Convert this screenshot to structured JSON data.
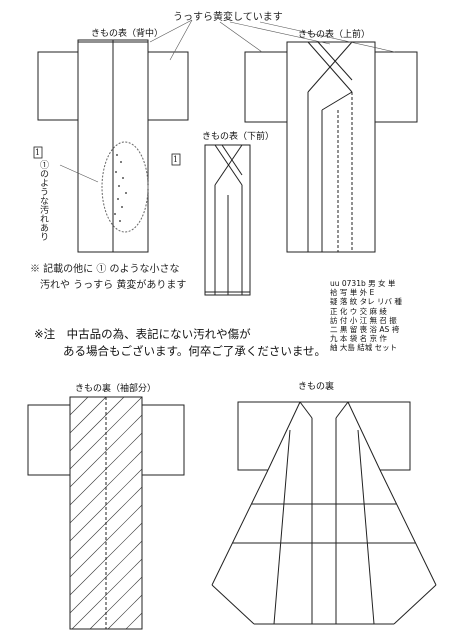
{
  "labels": {
    "front_back": "きもの表（背中）",
    "front_upper": "きもの表（上前）",
    "front_lower": "きもの表（下前）",
    "lining_sleeve": "きもの裏（袖部分）",
    "lining": "きもの裏"
  },
  "handwritten": {
    "top_note": "うっすら黄変しています",
    "marker_1": "1",
    "side_note_1": "①のような汚れあり",
    "bottom_note_line1": "※ 記載の他に ① のような小さな",
    "bottom_note_line2": "汚れや うっすら 黄変があります"
  },
  "notice": {
    "line1": "※注　中古品の為、表記にない汚れや傷が",
    "line2": "ある場合もございます。何卒ご了承くださいませ。"
  },
  "code_table": {
    "rows": [
      "uu  0731b     男 女 単",
      "              袷 写 単 外 E",
      "疑  落 紋 タレ リバ 種",
      "正  化 ウ 交 麻 綾",
      "訪  付 小 江 無 召 振",
      "二  黒 留 喪 浴 AS 袴",
      "九  本 袋 名 京 作",
      "紬  大島 結城  セット"
    ]
  }
}
